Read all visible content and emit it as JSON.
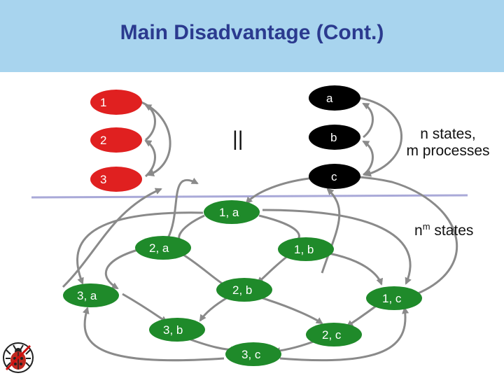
{
  "title": "Main Disadvantage (Cont.)",
  "colors": {
    "header_bg": "#a8d4ee",
    "title": "#2b3a8f",
    "red_node": "#e02020",
    "black_node": "#000000",
    "green_node": "#1f8a2a",
    "edge": "#8a8a8a"
  },
  "process1": {
    "states": [
      "1",
      "2",
      "3"
    ]
  },
  "process2": {
    "states": [
      "a",
      "b",
      "c"
    ]
  },
  "parallel_symbol": "||",
  "annotation_top": {
    "line1": "n states,",
    "line2": "m processes"
  },
  "annotation_product": {
    "base": "n",
    "exponent": "m",
    "rest": " states"
  },
  "product": {
    "states": [
      "1, a",
      "2, a",
      "1, b",
      "3, a",
      "2, b",
      "1, c",
      "3, b",
      "2, c",
      "3, c"
    ]
  },
  "icons": [
    "bug-icon"
  ]
}
